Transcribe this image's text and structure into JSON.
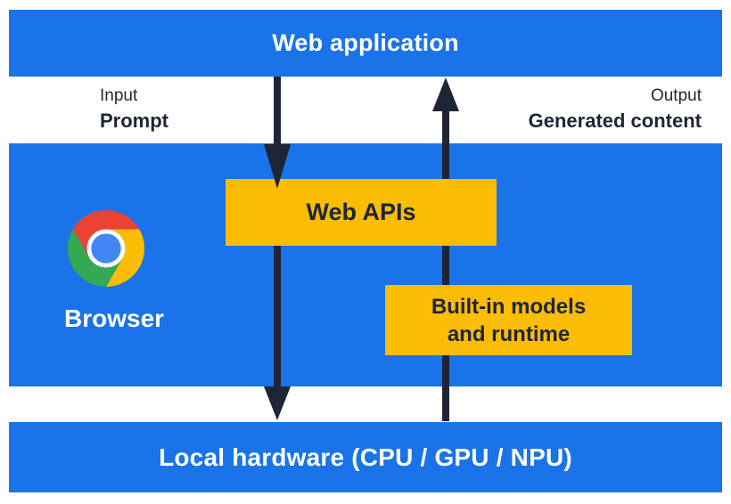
{
  "diagram": {
    "top_bar": {
      "label": "Web application"
    },
    "flow_labels": {
      "input_title": "Input",
      "input_value": "Prompt",
      "output_title": "Output",
      "output_value": "Generated content"
    },
    "browser_layer": {
      "browser_label": "Browser",
      "logo_icon": "chrome-logo",
      "web_apis_label": "Web APIs",
      "models_label_line1": "Built-in models",
      "models_label_line2": "and runtime"
    },
    "bottom_bar": {
      "label": "Local hardware (CPU / GPU / NPU)"
    },
    "arrows": {
      "down_arrow": "web-application-through-web-apis-to-local-hardware",
      "up_arrow": "local-hardware-through-built-in-models-to-web-application"
    },
    "colors": {
      "layer_blue": "#1A73E8",
      "box_yellow": "#FBBC04",
      "ink_navy": "#1E2537",
      "text_white": "#FFFFFF",
      "chrome_red": "#EA4335",
      "chrome_yellow": "#FBBC04",
      "chrome_green": "#34A853",
      "chrome_blue": "#4285F4"
    }
  }
}
